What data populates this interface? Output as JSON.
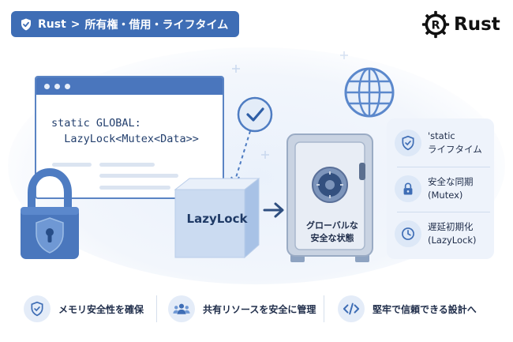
{
  "breadcrumb": {
    "parts": [
      "Rust",
      ">",
      "所有権・借用・ライフタイム"
    ],
    "icon": "shield-check-icon"
  },
  "logo": {
    "text": "Rust",
    "icon": "rust-gear-icon"
  },
  "code": {
    "line1": "static GLOBAL:",
    "line2": "  LazyLock<Mutex<Data>>"
  },
  "cube": {
    "label": "LazyLock"
  },
  "safe": {
    "label_line1": "グローバルな",
    "label_line2": "安全な状態"
  },
  "side_items": [
    {
      "icon": "shield-icon",
      "text": "'static\nライフタイム"
    },
    {
      "icon": "lock-icon",
      "text": "安全な同期\n(Mutex)"
    },
    {
      "icon": "clock-icon",
      "text": "遅延初期化\n(LazyLock)"
    }
  ],
  "features": [
    {
      "icon": "shield-check-icon",
      "text": "メモリ安全性を確保"
    },
    {
      "icon": "users-icon",
      "text": "共有リソースを安全に管理"
    },
    {
      "icon": "code-icon",
      "text": "堅牢で信頼できる設計へ"
    }
  ],
  "colors": {
    "primary": "#3e6db5",
    "dark": "#1f3a66",
    "light": "#eef3fb"
  }
}
